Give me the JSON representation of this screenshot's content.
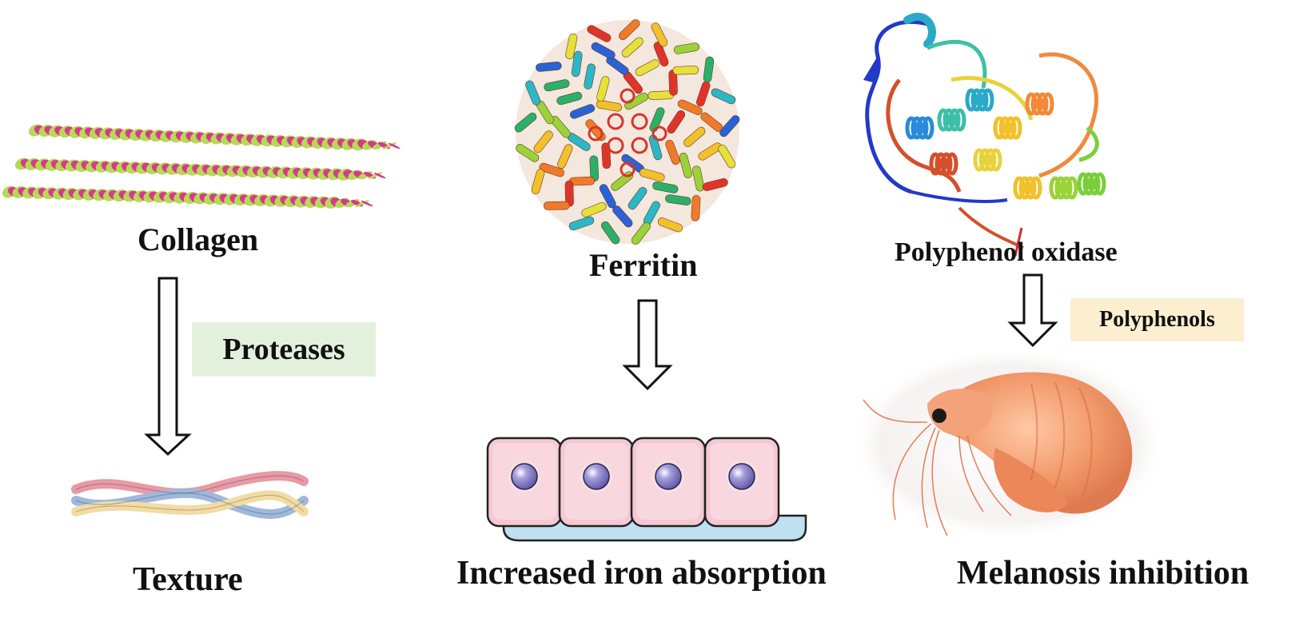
{
  "panels": {
    "collagen": {
      "title": "Collagen",
      "enzyme": "Proteases",
      "outcome": "Texture",
      "enzyme_bg": "#e3f1dc"
    },
    "ferritin": {
      "title": "Ferritin",
      "outcome": "Increased iron absorption"
    },
    "ppo": {
      "title": "Polyphenol oxidase",
      "inhibitor": "Polyphenols",
      "outcome": "Melanosis inhibition",
      "inhibitor_bg": "#fcefd0"
    }
  },
  "colors": {
    "text": "#111111",
    "collagen_strand_a": "#d63a8c",
    "collagen_strand_b": "#b7d957",
    "cell_fill": "#f4c9d3",
    "cell_nucleus": "#7f76c2",
    "cell_base": "#bfe0ee",
    "shrimp": "#f09a6e"
  },
  "icons": {
    "collagen": "collagen-triple-helix-icon",
    "fibril": "collagen-fibril-icon",
    "ferritin": "ferritin-cage-icon",
    "cells": "epithelial-cells-icon",
    "ppo": "ppo-protein-ribbon-icon",
    "shrimp": "shrimp-photo-icon",
    "arrow": "hollow-down-arrow-icon"
  }
}
